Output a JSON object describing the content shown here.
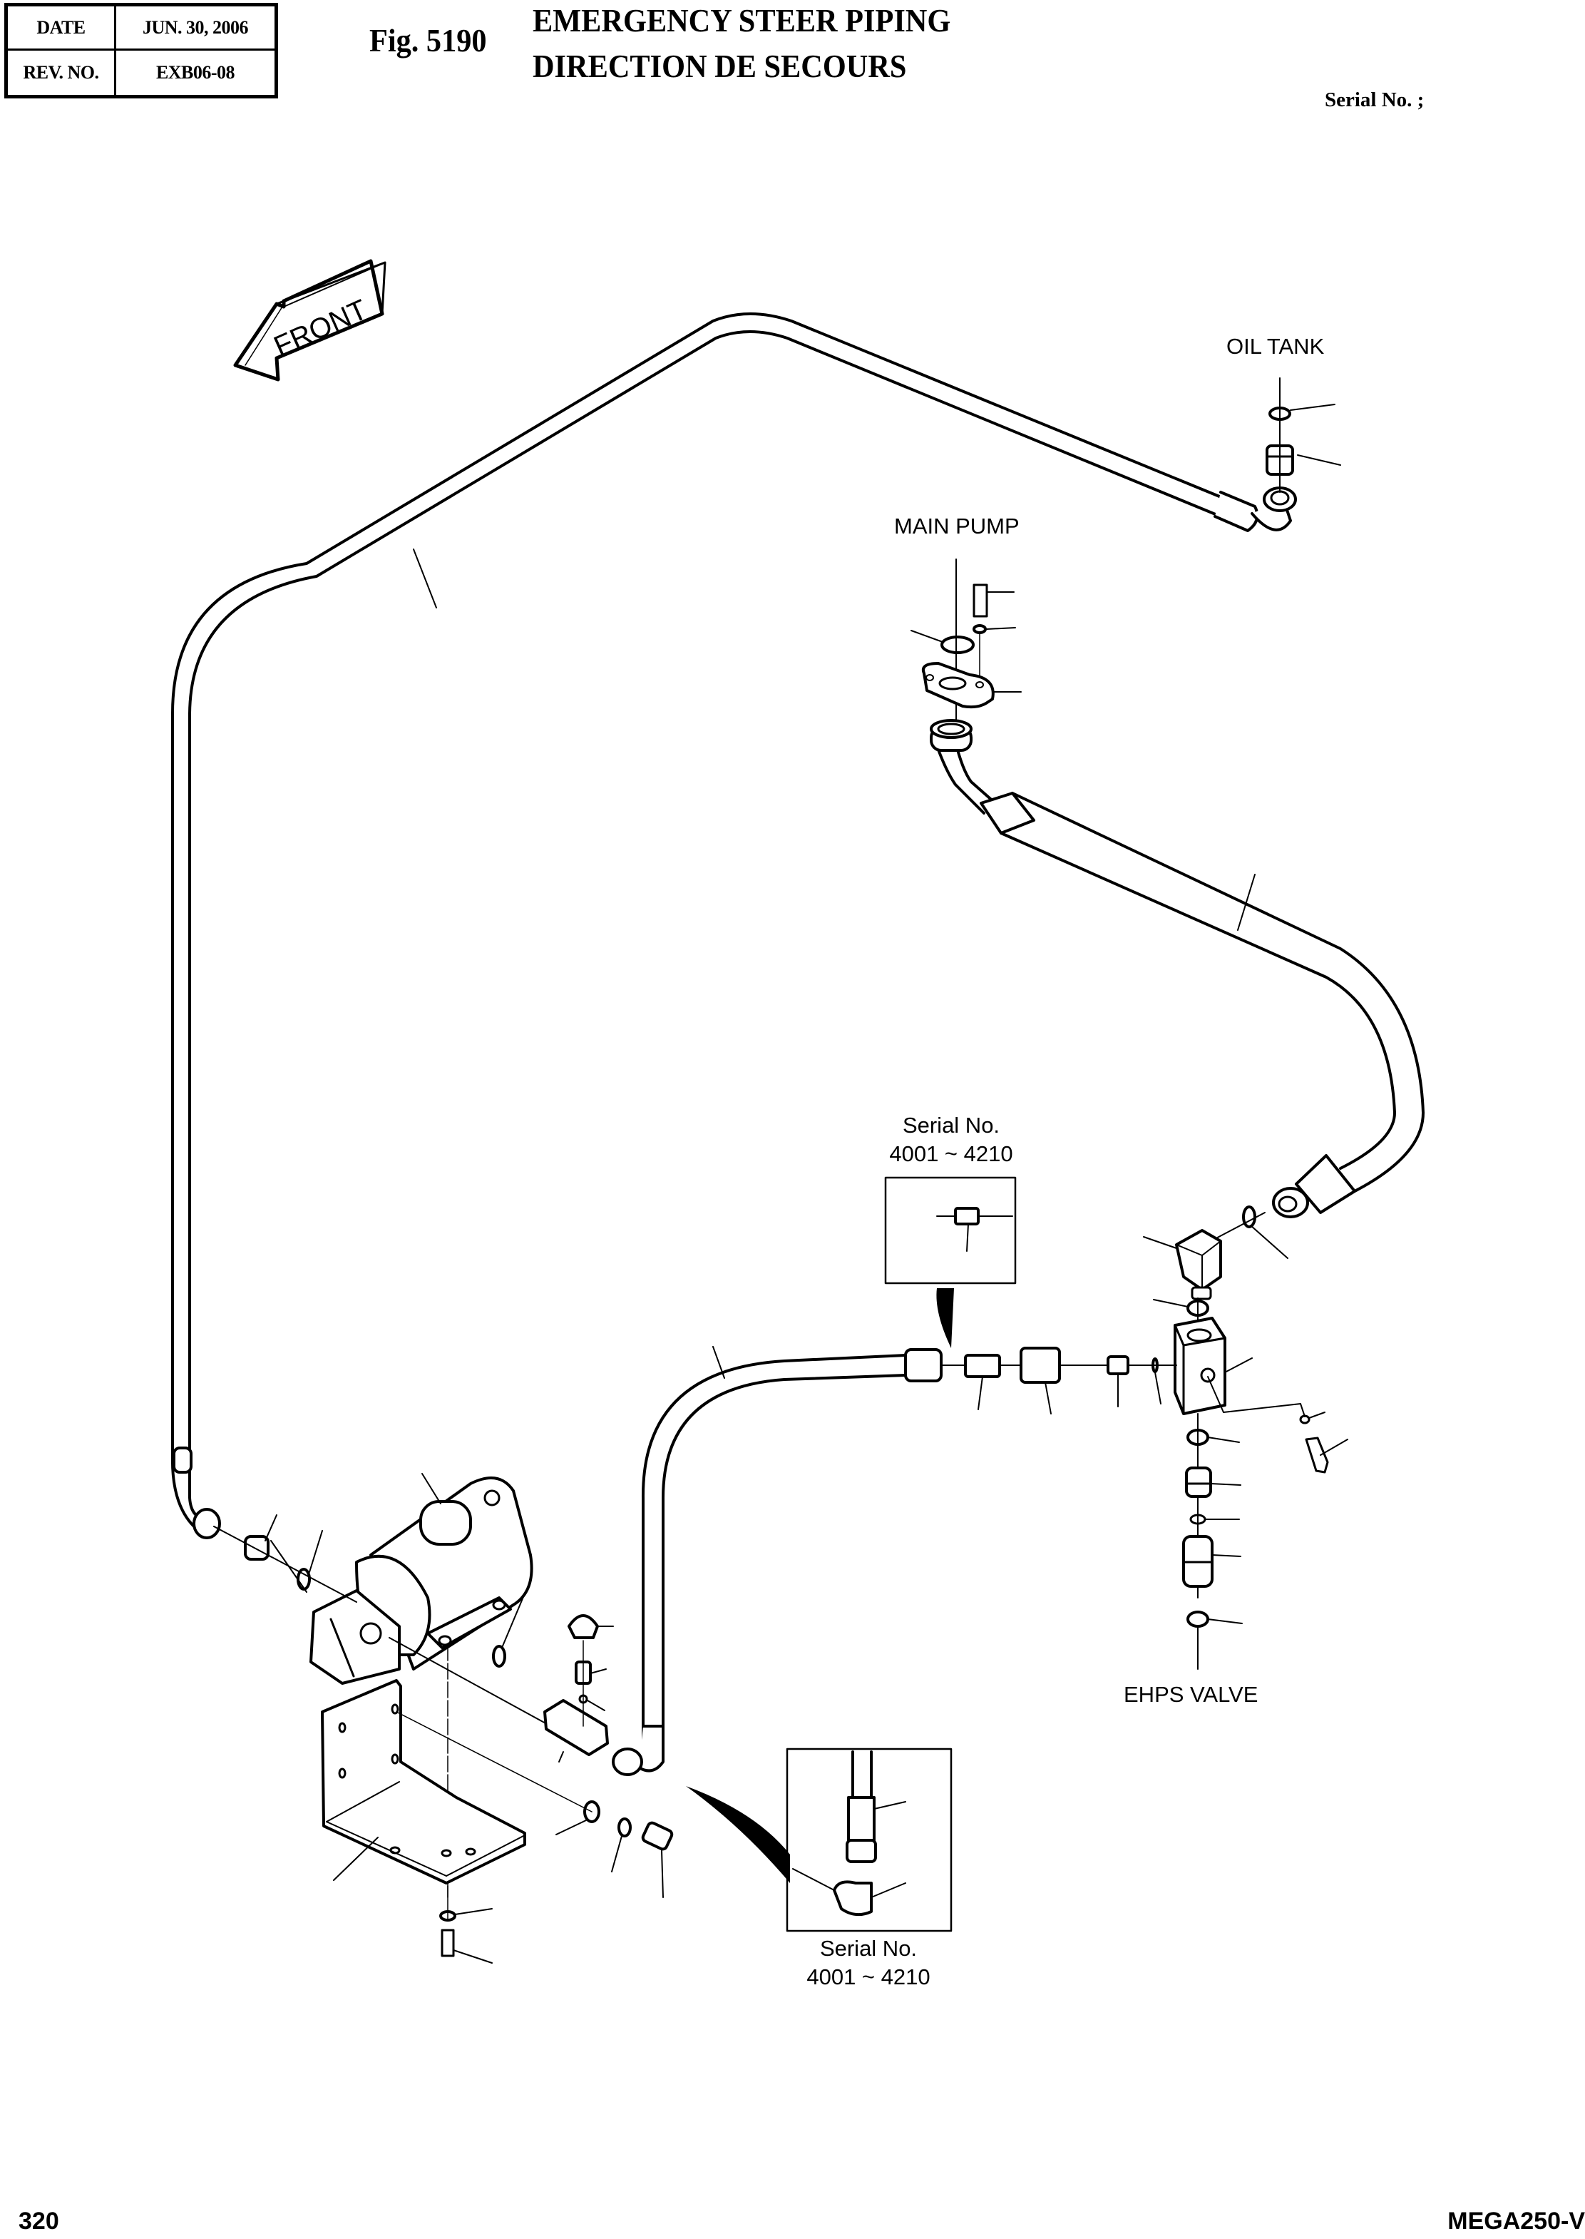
{
  "header": {
    "date_label": "DATE",
    "date_value": "JUN. 30, 2006",
    "rev_label": "REV. NO.",
    "rev_value": "EXB06-08",
    "fig_number": "Fig. 5190",
    "title_en": "EMERGENCY STEER PIPING",
    "title_fr": "DIRECTION DE SECOURS",
    "serial_label": "Serial No. ;"
  },
  "diagram": {
    "front_arrow_label": "FRONT",
    "labels": {
      "oil_tank": "OIL TANK",
      "main_pump": "MAIN PUMP",
      "ehps_valve": "EHPS VALVE"
    },
    "insets": [
      {
        "serial_label": "Serial No.",
        "serial_range": "4001 ~ 4210",
        "content": "straight adapter fitting"
      },
      {
        "serial_label": "Serial No.",
        "serial_range": "4001 ~ 4210",
        "content": "hose end with elbow fitting"
      }
    ],
    "components": [
      "oil-tank-oring",
      "oil-tank-adapter",
      "upper-hose",
      "main-pump-bolt",
      "main-pump-washer",
      "main-pump-oring",
      "main-pump-flange",
      "pump-hose",
      "elbow-fitting",
      "elbow-oring",
      "valve-block",
      "valve-block-oring-top",
      "valve-block-oring-bottom",
      "valve-bottom-adapter",
      "valve-bottom-connector",
      "valve-side-nipple",
      "check-valve",
      "coupling",
      "adapter",
      "inline-seal",
      "emergency-motor-pump",
      "motor-bracket",
      "bracket-bolt",
      "bracket-washer",
      "pump-inlet-adapter",
      "pump-outlet-adapter",
      "pressure-switch",
      "switch-adapter",
      "lower-hose",
      "lower-hose-elbow"
    ]
  },
  "footer": {
    "page_number": "320",
    "model": "MEGA250-V"
  }
}
